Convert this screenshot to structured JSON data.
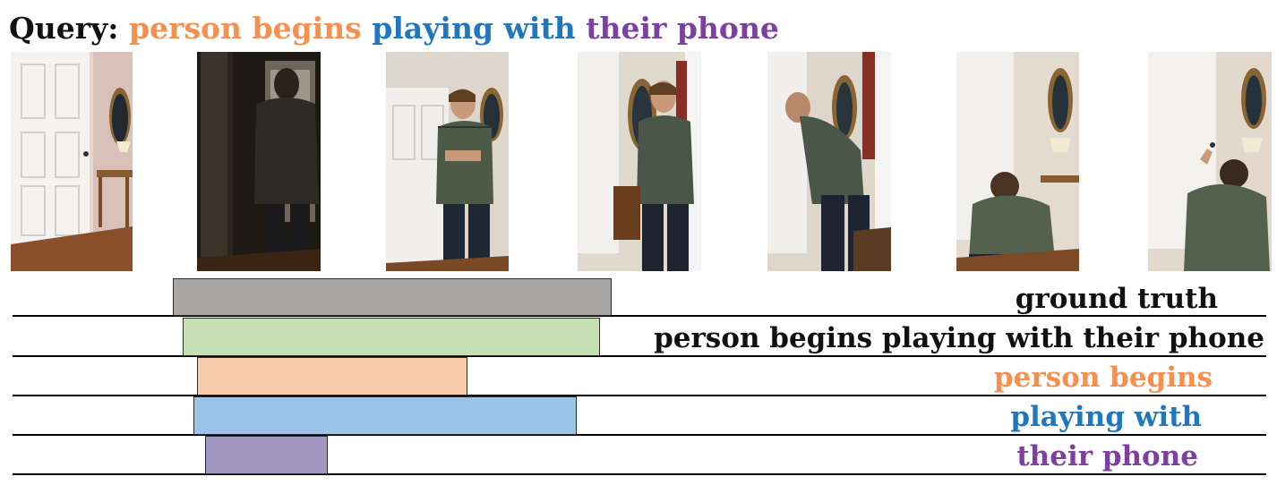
{
  "query": {
    "prefix": "Query:",
    "parts": [
      {
        "text": "person begins",
        "color": "#f5904f"
      },
      {
        "text": "playing with",
        "color": "#1f77bf"
      },
      {
        "text": "their phone",
        "color": "#7e3fa3"
      }
    ]
  },
  "frames": [
    {
      "scene": "door-open-empty-room"
    },
    {
      "scene": "person-at-door-backlit"
    },
    {
      "scene": "person-looking-at-phone"
    },
    {
      "scene": "person-standing-side"
    },
    {
      "scene": "person-leaning-at-door"
    },
    {
      "scene": "person-crouching"
    },
    {
      "scene": "person-kneeling-at-door"
    }
  ],
  "timeline": {
    "tracks": [
      {
        "label": "ground truth",
        "label_color": "#111111",
        "bar_color": "#a8a5a5"
      },
      {
        "label": "person begins playing with their phone",
        "label_color": "#111111",
        "bar_color": "#c6e0b4"
      },
      {
        "label": "person begins",
        "label_color": "#f5904f",
        "bar_color": "#f8cbad"
      },
      {
        "label": "playing with",
        "label_color": "#1f77bf",
        "bar_color": "#9dc3e6"
      },
      {
        "label": "their phone",
        "label_color": "#7e3fa3",
        "bar_color": "#9f97bf"
      }
    ]
  }
}
